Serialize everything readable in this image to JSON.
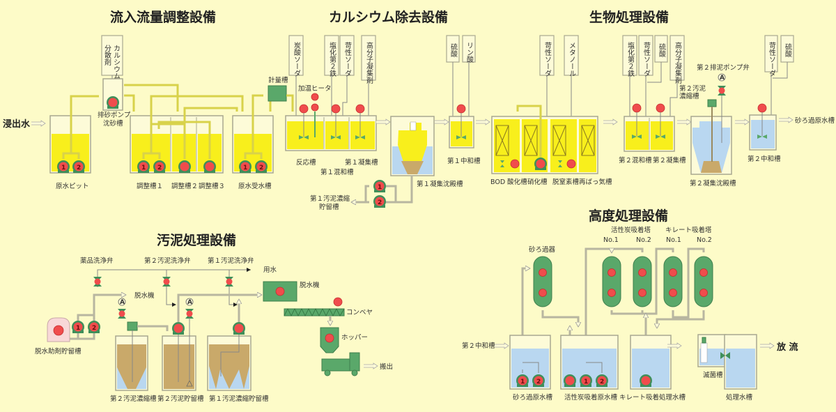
{
  "sections": {
    "inflow": "流入流量調整設備",
    "calcium": "カルシウム除去設備",
    "bio": "生物処理設備",
    "sludge": "汚泥処理設備",
    "advanced": "高度処理設備"
  },
  "inflow": {
    "source": "浸出水",
    "chemical": [
      "カルシウム",
      "分散剤"
    ],
    "sand_pump": "排砂ポンプ",
    "sand_tank": "沈砂槽",
    "raw_pit": "原水ピット",
    "adjust1": "調整槽１",
    "adjust2": "調整槽２",
    "adjust3": "調整槽３",
    "receiving": "原水受水槽",
    "meter_tank": "計量槽"
  },
  "calcium": {
    "chemicals": [
      "炭酸ソーダ",
      "塩化第２鉄",
      "苛性ソーダ",
      "高分子凝集剤",
      "硫酸",
      "リン酸"
    ],
    "heater": "加温ヒータ",
    "reaction": "反応槽",
    "mix1": "第１混和槽",
    "floc1": "第１凝集槽",
    "settle1": "第１凝集沈殿槽",
    "neutral1": "第１中和槽",
    "sludge_store1": [
      "第１汚泥濃縮",
      "貯留槽"
    ]
  },
  "bio": {
    "chemicals": [
      "苛性ソーダ",
      "メタノール",
      "塩化第２鉄",
      "苛性ソーダ",
      "硫酸",
      "高分子凝集剤",
      "苛性ソーダ",
      "硫酸"
    ],
    "bod": "BOD 酸化槽",
    "nitrif": "硝化槽",
    "denitrif": "脱窒素槽",
    "reaer": "再ばっ気槽",
    "mix2": "第２混和槽",
    "floc2": "第２凝集槽",
    "settle2": "第２凝集沈殿槽",
    "neutral2": "第２中和槽",
    "sludge_thick2": [
      "第２汚泥",
      "濃縮槽"
    ],
    "pump_valve2": "第２排泥ポンプ弁",
    "valve_A": "A",
    "to_sand": "砂ろ過原水槽"
  },
  "sludge": {
    "chem_valve": "薬品洗浄弁",
    "wash2": "第２汚泥洗浄弁",
    "wash1": "第１汚泥洗浄弁",
    "water": "用水",
    "to_dewater": "脱水機",
    "aid_tank": "脱水助剤貯留槽",
    "thick2": "第２汚泥濃縮槽",
    "store2": "第２汚泥貯留槽",
    "thickstore1": "第１汚泥濃縮貯留槽",
    "dewater": "脱水機",
    "conveyor": "コンベヤ",
    "hopper": "ホッパー",
    "carryout": "搬出",
    "valve_A": "A"
  },
  "advanced": {
    "sand_filter": "砂ろ過器",
    "carbon": "活性炭吸着塔",
    "chelate": "キレート吸着塔",
    "no1": "No.1",
    "no2": "No.2",
    "from": "第２中和槽",
    "sand_raw": "砂ろ過原水槽",
    "carbon_raw": "活性炭吸着原水槽",
    "chelate_treated": "キレート吸着処理水槽",
    "disinfect": "滅菌槽",
    "treated": "処理水槽",
    "discharge": "放 流"
  },
  "pump_labels": {
    "one": "1",
    "two": "2"
  },
  "colors": {
    "background": "#fdfbc8",
    "yellow_liquid": "#f8ef1c",
    "blue_liquid": "#b9d7f0",
    "sludge_liquid": "#c9a96a",
    "equipment_green": "#5aa86a",
    "motor_red": "#f04c4c"
  }
}
